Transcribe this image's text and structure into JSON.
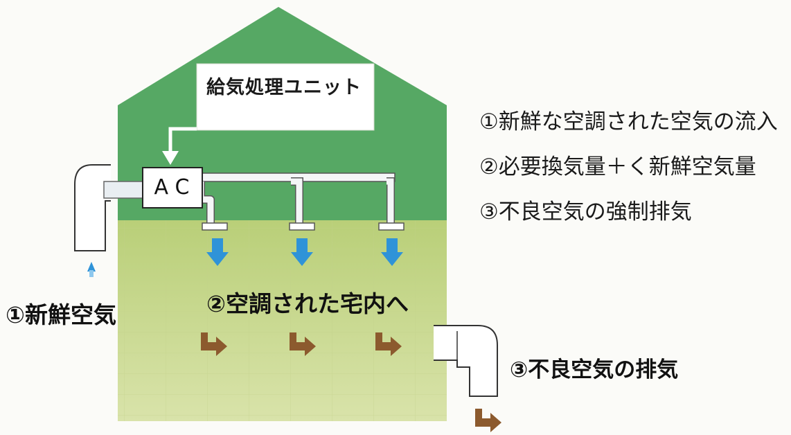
{
  "diagram": {
    "unit_label": "給気処理ユニット",
    "ac_label": "AC",
    "fresh_air_label": "①新鮮空気",
    "indoor_label": "②空調された宅内へ",
    "exhaust_label": "③不良空気の排気"
  },
  "points": [
    "①新鮮な空調された空気の流入",
    "②必要換気量＋く新鮮空気量",
    "③不良空気の強制排気"
  ],
  "colors": {
    "roof": "#56a864",
    "body": "#c6d68a",
    "cool_arrow": "#2f93d8",
    "exhaust_arrow": "#8c5a2e"
  }
}
